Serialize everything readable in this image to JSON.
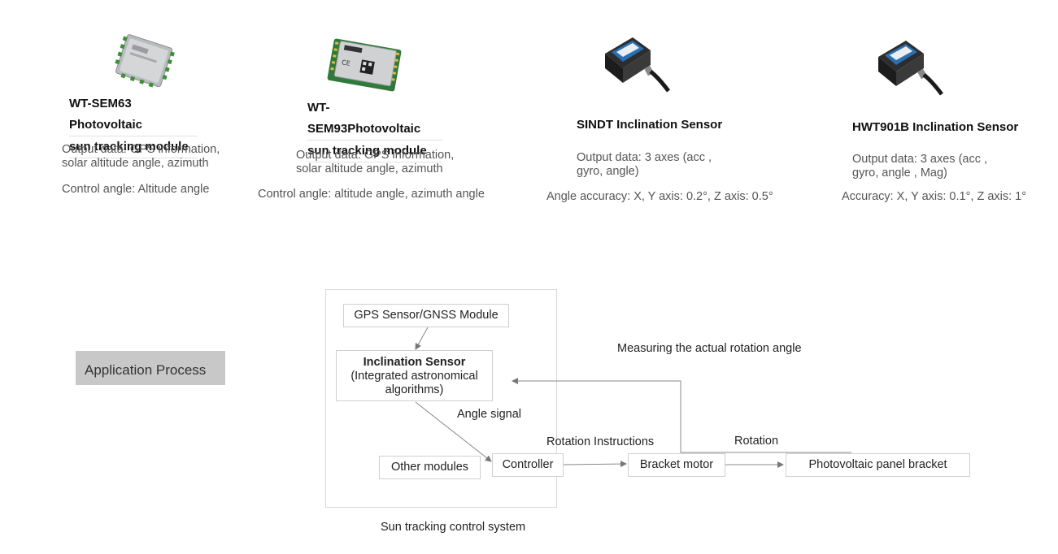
{
  "products": [
    {
      "id": "sem63",
      "title_line1": "WT-SEM63 Photovoltaic",
      "title_line2": "sun tracking module",
      "desc_line1": "Output data: GPS information,",
      "desc_line2": "solar altitude angle, azimuth",
      "desc_line3": "Control angle: Altitude angle",
      "icon": "gps-module-chip-icon"
    },
    {
      "id": "sem93",
      "title_line1": "WT-SEM93Photovoltaic",
      "title_line2": "sun tracking module",
      "desc_line1": "Output data: GPS information,",
      "desc_line2": "solar altitude angle, azimuth",
      "desc_line3": "Control angle: altitude angle, azimuth angle",
      "icon": "pcb-module-icon"
    },
    {
      "id": "sindt",
      "title_line1": "SINDT Inclination Sensor",
      "desc_line1": "Output data: 3 axes (acc ,",
      "desc_line2": "gyro, angle)",
      "desc_line3": "Angle accuracy: X, Y axis: 0.2°, Z axis: 0.5°",
      "icon": "inclination-sensor-icon"
    },
    {
      "id": "hwt901b",
      "title_line1": "HWT901B Inclination Sensor",
      "desc_line1": "Output data: 3 axes (acc ,",
      "desc_line2": "gyro, angle , Mag)",
      "desc_line3": "Accuracy: X, Y axis: 0.1°, Z axis: 1°",
      "icon": "inclination-sensor-icon"
    }
  ],
  "application_process": "Application Process",
  "diagram": {
    "gps_box": "GPS Sensor/GNSS Module",
    "incl_title": "Inclination Sensor",
    "incl_line2": "(Integrated astronomical",
    "incl_line3": "algorithms)",
    "angle_signal": "Angle signal",
    "other_modules": "Other modules",
    "controller": "Controller",
    "rotation_instructions": "Rotation Instructions",
    "bracket_motor": "Bracket motor",
    "rotation": "Rotation",
    "pv_bracket": "Photovoltaic panel bracket",
    "measuring": "Measuring the actual rotation angle",
    "system_caption": "Sun tracking control system"
  },
  "colors": {
    "border": "#cfcfcf",
    "arrow": "#777777",
    "label_bg": "#c8c8c8"
  }
}
